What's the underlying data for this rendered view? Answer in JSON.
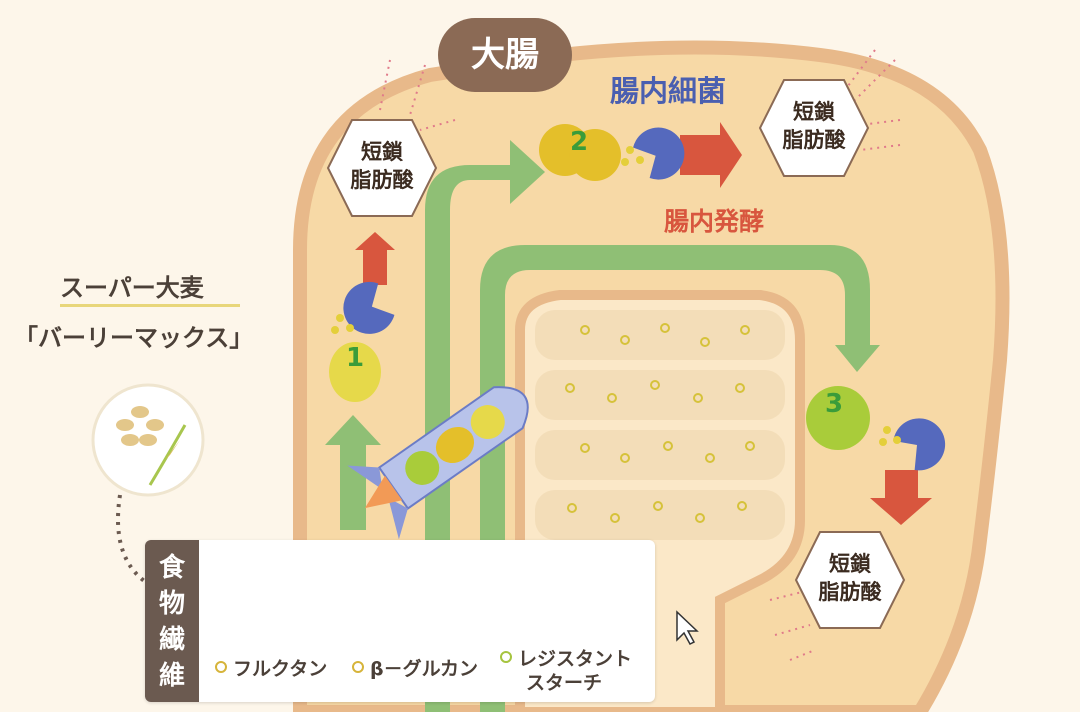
{
  "title": "大腸",
  "gut_bacteria_label": "腸内細菌",
  "fermentation_label": "腸内発酵",
  "scfa_label": {
    "line1": "短鎖",
    "line2": "脂肪酸"
  },
  "product": {
    "line1": "スーパー大麦",
    "line2": "「バーリーマックス」"
  },
  "fiber": {
    "heading": [
      "食",
      "物",
      "繊",
      "維"
    ],
    "items": [
      {
        "number": "1",
        "label": "フルクタン"
      },
      {
        "number": "2",
        "label": "β－グルカン"
      },
      {
        "number": "3",
        "label_line1": "レジスタント",
        "label_line2": "スターチ"
      }
    ]
  },
  "colors": {
    "colon": "#f7d9a6",
    "arrow_green": "#8fbf75",
    "arrow_red": "#d8563e",
    "bacteria_blue": "#4a5fb0",
    "fructan": "#e6d94a",
    "beta_glucan": "#e4bf2a",
    "resistant_starch": "#a9cc3a"
  }
}
